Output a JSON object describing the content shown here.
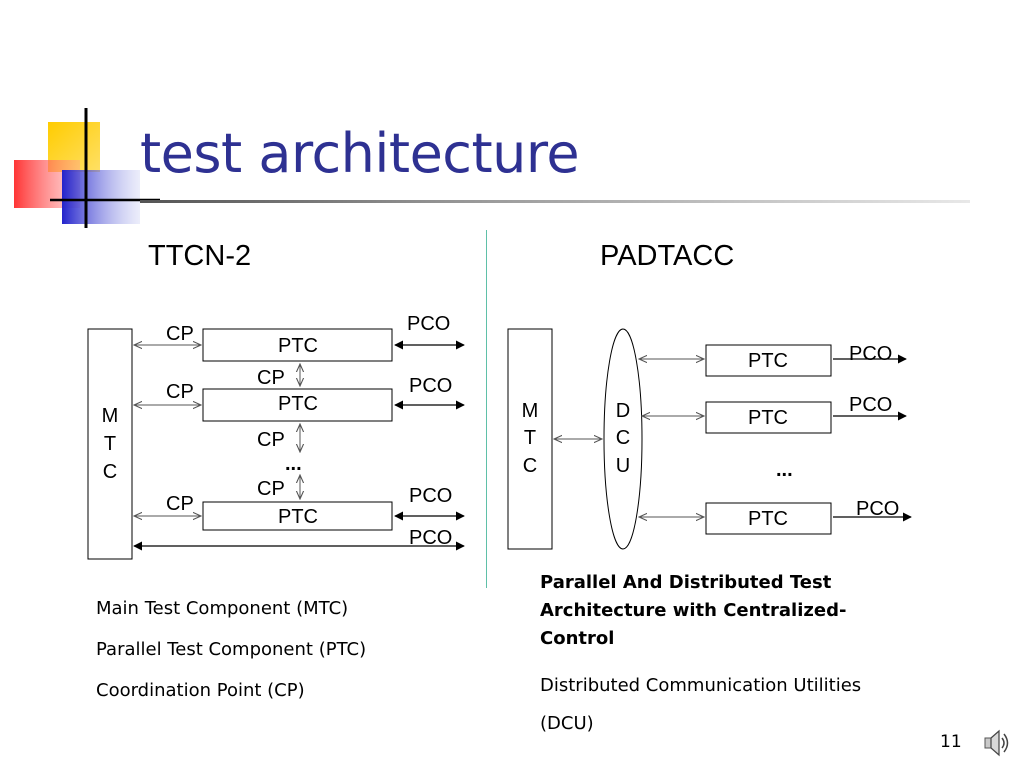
{
  "slide": {
    "title": "test architecture",
    "page_number": "11"
  },
  "left": {
    "heading": "TTCN-2",
    "mtc_letters": [
      "M",
      "T",
      "C"
    ],
    "ptc_label": "PTC",
    "cp_label": "CP",
    "pco_label": "PCO",
    "ellipsis": "...",
    "notes": [
      "Main Test Component (MTC)",
      "Parallel Test Component (PTC)",
      "Coordination Point (CP)"
    ]
  },
  "right": {
    "heading": "PADTACC",
    "mtc_letters": [
      "M",
      "T",
      "C"
    ],
    "dcu_letters": [
      "D",
      "C",
      "U"
    ],
    "ptc_label": "PTC",
    "pco_label": "PCO",
    "ellipsis": "...",
    "description": "Parallel And Distributed Test Architecture with Centralized-Control",
    "dcu_note_line1": "Distributed Communication Utilities",
    "dcu_note_line2": "(DCU)"
  },
  "icons": [
    "speaker-icon"
  ],
  "colors": {
    "title": "#2e3192",
    "divider": "#5fc0a8",
    "logo_yellow": "#ffcc00",
    "logo_red": "#ff3333",
    "logo_blue": "#3333cc"
  }
}
